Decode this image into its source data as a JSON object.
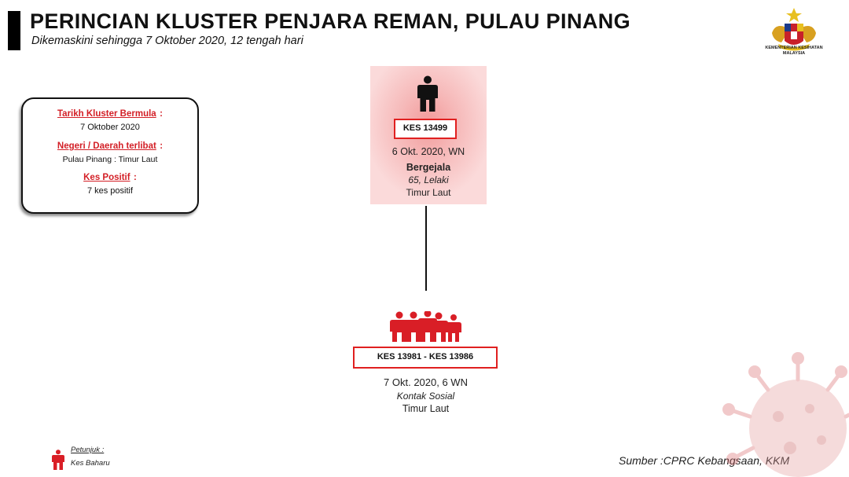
{
  "header": {
    "title": "PERINCIAN KLUSTER PENJARA REMAN, PULAU PINANG",
    "subtitle": "Dikemaskini sehingga 7 Oktober 2020, 12 tengah hari",
    "crest_caption_1": "KEMENTERIAN KESIHATAN",
    "crest_caption_2": "MALAYSIA"
  },
  "info_box": {
    "start_label": "Tarikh Kluster Bermula",
    "start_value": "7 Oktober 2020",
    "region_label": "Negeri / Daerah terlibat",
    "region_value": "Pulau Pinang : Timur Laut",
    "positive_label": "Kes Positif",
    "positive_value": "7 kes positif",
    "colon": ":"
  },
  "source_case": {
    "label": "KES 13499",
    "date": "6 Okt. 2020, WN",
    "status": "Bergejala",
    "age_gender": "65, Lelaki",
    "district": "Timur Laut"
  },
  "contacts": {
    "label": "KES 13981 - KES 13986",
    "date": "7 Okt. 2020, 6 WN",
    "type": "Kontak Sosial",
    "district": "Timur Laut"
  },
  "legend": {
    "title": "Petunjuk :",
    "value": "Kes Baharu"
  },
  "source_note": "Sumber :CPRC Kebangsaan,  KKM",
  "colors": {
    "accent_red": "#e02020",
    "person_dark": "#111111"
  },
  "icons": [
    "crest-icon",
    "person-icon",
    "group-icon",
    "virus-icon"
  ]
}
